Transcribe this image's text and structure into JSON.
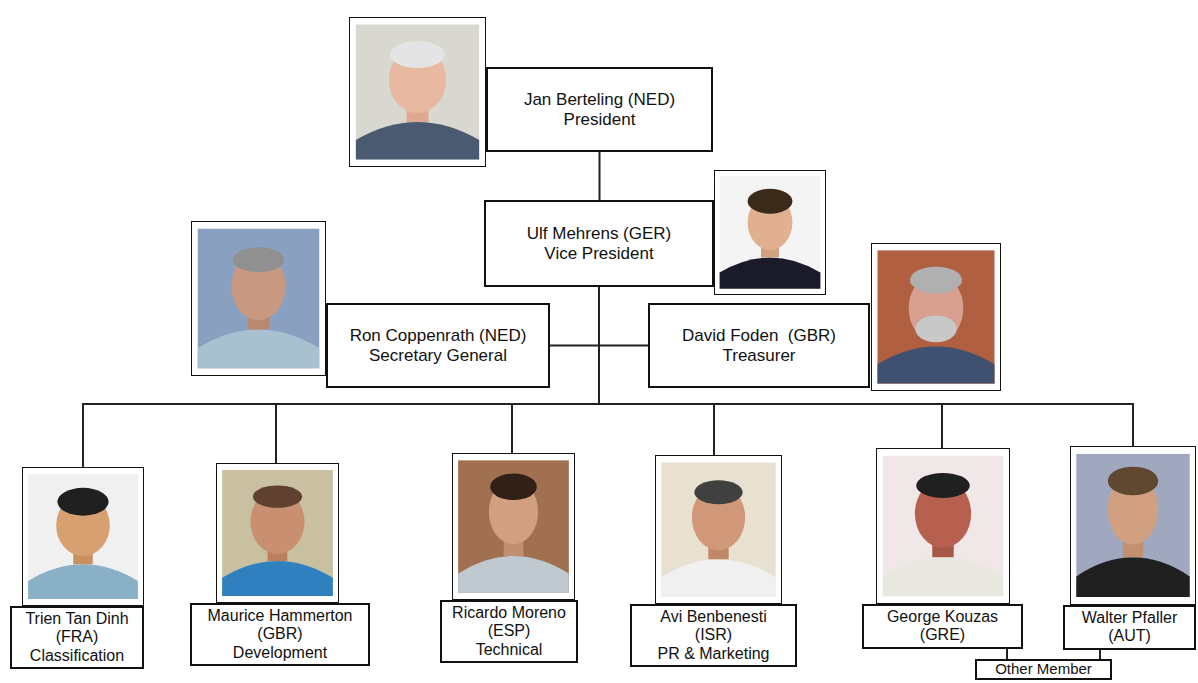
{
  "diagram": {
    "nodes": [
      {
        "text": [
          "Jan Berteling (NED)",
          "President"
        ]
      },
      {
        "text": [
          "Ulf Mehrens (GER)",
          "Vice President"
        ]
      },
      {
        "text": [
          "Ron Coppenrath (NED)",
          "Secretary General"
        ]
      },
      {
        "text": [
          "David Foden  (GBR)",
          "Treasurer"
        ]
      },
      {
        "text": [
          "Trien Tan Dinh",
          "(FRA)",
          "Classification"
        ]
      },
      {
        "text": [
          "Maurice Hammerton",
          "(GBR)",
          "Development"
        ]
      },
      {
        "text": [
          "Ricardo Moreno",
          "(ESP)",
          "Technical"
        ]
      },
      {
        "text": [
          "Avi Benbenesti",
          "(ISR)",
          "PR & Marketing"
        ]
      },
      {
        "text": [
          "George Kouzas",
          "(GRE)"
        ]
      },
      {
        "text": [
          "Walter Pfaller",
          "(AUT)"
        ]
      },
      {
        "text": [
          "Other Member"
        ]
      }
    ],
    "edges": [
      {
        "from": 0,
        "to": 1,
        "arrow": "none"
      },
      {
        "from": 1,
        "to": 2,
        "arrow": "none"
      },
      {
        "from": 1,
        "to": 3,
        "arrow": "none"
      },
      {
        "from": 1,
        "to": 4,
        "arrow": "none"
      },
      {
        "from": 1,
        "to": 5,
        "arrow": "none"
      },
      {
        "from": 1,
        "to": 6,
        "arrow": "none"
      },
      {
        "from": 1,
        "to": 7,
        "arrow": "none"
      },
      {
        "from": 1,
        "to": 8,
        "arrow": "none"
      },
      {
        "from": 1,
        "to": 9,
        "arrow": "none"
      },
      {
        "from": 8,
        "to": 10,
        "arrow": "none"
      },
      {
        "from": 9,
        "to": 10,
        "arrow": "none"
      }
    ]
  }
}
